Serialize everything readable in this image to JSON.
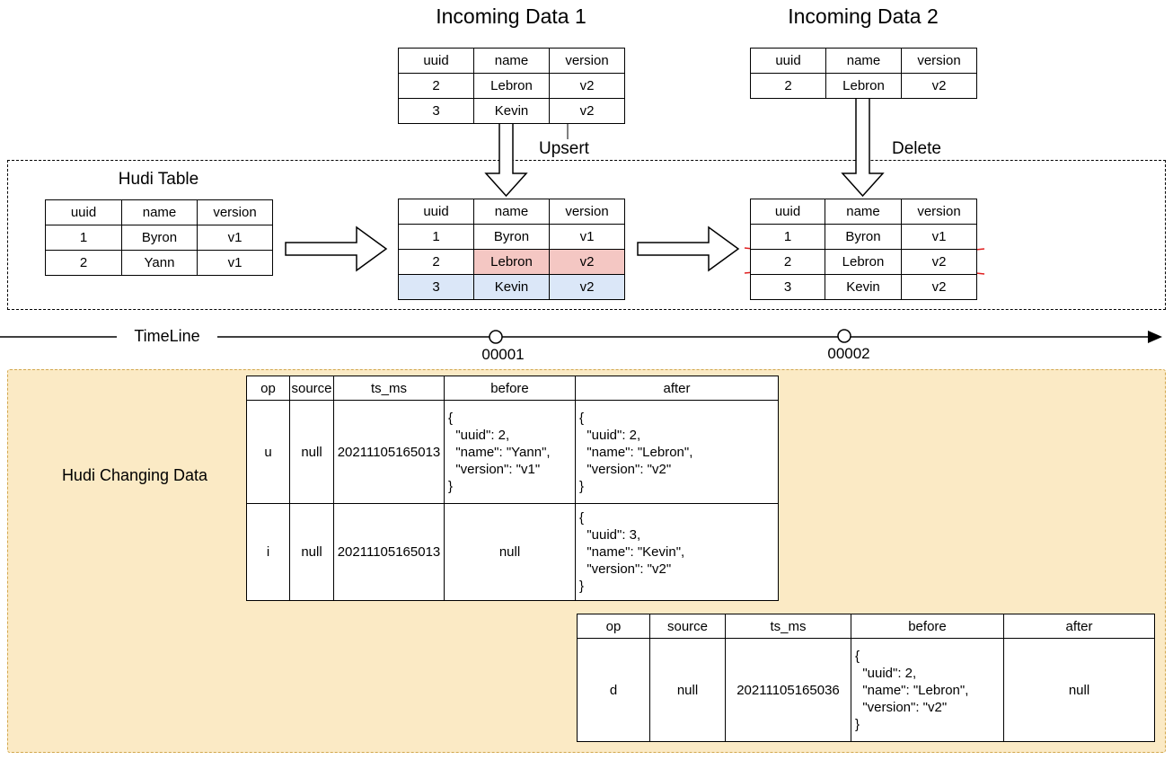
{
  "labels": {
    "incoming1": "Incoming Data 1",
    "incoming2": "Incoming Data 2",
    "hudi_table": "Hudi Table",
    "upsert": "Upsert",
    "delete": "Delete",
    "timeline": "TimeLine",
    "changing_data": "Hudi Changing Data"
  },
  "timeline": {
    "instant1": "00001",
    "instant2": "00002"
  },
  "icons": {
    "upsert_arrow": "hollow-down-arrow",
    "delete_arrow": "hollow-down-arrow",
    "flow_arrow_1": "hollow-right-arrow",
    "flow_arrow_2": "hollow-right-arrow",
    "timeline_arrowhead": "filled-right-arrowhead",
    "timeline_instant_marker": "circle",
    "deleted_row_marker": "red-cross"
  },
  "colors": {
    "highlight_red_fill": "#F4C7C3",
    "highlight_red_stroke": "#B85450",
    "highlight_blue_fill": "#DBE7F8",
    "highlight_blue_stroke": "#6C8EBF",
    "changing_box_fill": "#FBEAC5",
    "changing_box_stroke": "#D2A74E",
    "cross_red": "#E02020"
  },
  "incoming1": {
    "headers": [
      "uuid",
      "name",
      "version"
    ],
    "rows": [
      [
        "2",
        "Lebron",
        "v2"
      ],
      [
        "3",
        "Kevin",
        "v2"
      ]
    ]
  },
  "incoming2": {
    "headers": [
      "uuid",
      "name",
      "version"
    ],
    "rows": [
      [
        "2",
        "Lebron",
        "v2"
      ]
    ]
  },
  "hudi_initial": {
    "headers": [
      "uuid",
      "name",
      "version"
    ],
    "rows": [
      [
        "1",
        "Byron",
        "v1"
      ],
      [
        "2",
        "Yann",
        "v1"
      ]
    ]
  },
  "hudi_after_upsert": {
    "headers": [
      "uuid",
      "name",
      "version"
    ],
    "rows": [
      [
        "1",
        "Byron",
        "v1"
      ],
      [
        "2",
        "Lebron",
        "v2"
      ],
      [
        "3",
        "Kevin",
        "v2"
      ]
    ]
  },
  "hudi_after_delete": {
    "headers": [
      "uuid",
      "name",
      "version"
    ],
    "rows": [
      [
        "1",
        "Byron",
        "v1"
      ],
      [
        "2",
        "Lebron",
        "v2"
      ],
      [
        "3",
        "Kevin",
        "v2"
      ]
    ]
  },
  "cdc1": {
    "headers": [
      "op",
      "source",
      "ts_ms",
      "before",
      "after"
    ],
    "rows": [
      {
        "op": "u",
        "source": "null",
        "ts_ms": "20211105165013",
        "before": "{\n  \"uuid\": 2,\n  \"name\": \"Yann\",\n  \"version\": \"v1\"\n}",
        "after": "{\n  \"uuid\": 2,\n  \"name\": \"Lebron\",\n  \"version\": \"v2\"\n}"
      },
      {
        "op": "i",
        "source": "null",
        "ts_ms": "20211105165013",
        "before": "null",
        "after": "{\n  \"uuid\": 3,\n  \"name\": \"Kevin\",\n  \"version\": \"v2\"\n}"
      }
    ]
  },
  "cdc2": {
    "headers": [
      "op",
      "source",
      "ts_ms",
      "before",
      "after"
    ],
    "rows": [
      {
        "op": "d",
        "source": "null",
        "ts_ms": "20211105165036",
        "before": "{\n  \"uuid\": 2,\n  \"name\": \"Lebron\",\n  \"version\": \"v2\"\n}",
        "after": "null"
      }
    ]
  }
}
